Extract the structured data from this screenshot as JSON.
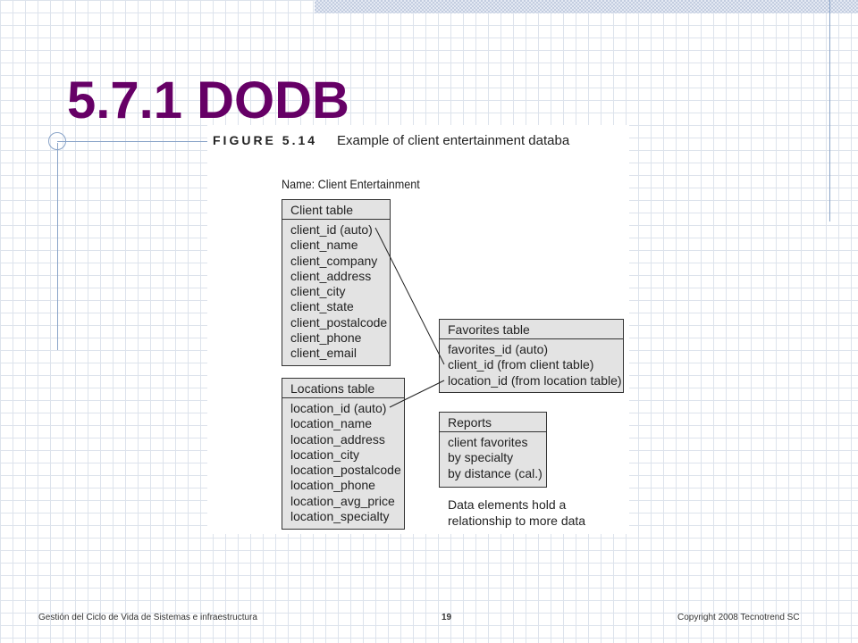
{
  "slide": {
    "title": "5.7.1 DODB"
  },
  "figure": {
    "label": "FIGURE 5.14",
    "caption": "Example of client entertainment databa",
    "name": "Name: Client Entertainment",
    "tables": {
      "client": {
        "title": "Client table",
        "fields": [
          "client_id (auto)",
          "client_name",
          "client_company",
          "client_address",
          "client_city",
          "client_state",
          "client_postalcode",
          "client_phone",
          "client_email"
        ]
      },
      "locations": {
        "title": "Locations table",
        "fields": [
          "location_id (auto)",
          "location_name",
          "location_address",
          "location_city",
          "location_postalcode",
          "location_phone",
          "location_avg_price",
          "location_specialty"
        ]
      },
      "favorites": {
        "title": "Favorites table",
        "fields": [
          "favorites_id (auto)",
          "client_id (from client table)",
          "location_id (from location table)"
        ]
      },
      "reports": {
        "title": "Reports",
        "fields": [
          "client favorites",
          "by specialty",
          "by distance (cal.)"
        ]
      }
    },
    "note": {
      "line1": "Data elements hold a",
      "line2": "relationship to more data"
    }
  },
  "footer": {
    "left": "Gestión del Ciclo de Vida de Sistemas e infraestructura",
    "page": "19",
    "right": "Copyright  2008 Tecnotrend SC"
  }
}
